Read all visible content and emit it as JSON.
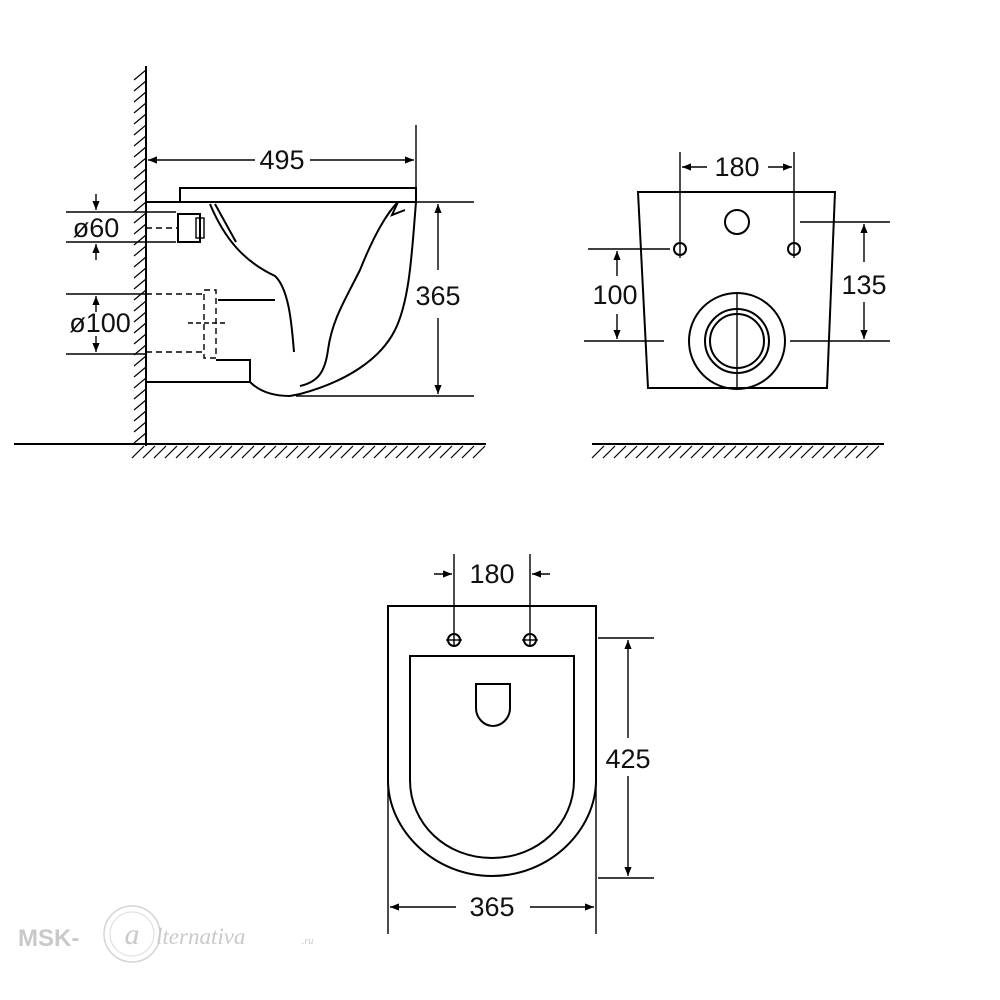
{
  "side_view": {
    "width_label": "495",
    "height_label": "365",
    "inlet_diameter_label": "ø60",
    "outlet_diameter_label": "ø100"
  },
  "rear_view": {
    "bolt_spacing_label": "180",
    "bolt_height_label": "100",
    "inlet_height_label": "135"
  },
  "top_view": {
    "bolt_spacing_label": "180",
    "depth_label": "425",
    "width_label": "365"
  },
  "watermark": {
    "brand_prefix": "MSK-",
    "brand_suffix": "lternativa",
    "domain_suffix": ".ru"
  }
}
